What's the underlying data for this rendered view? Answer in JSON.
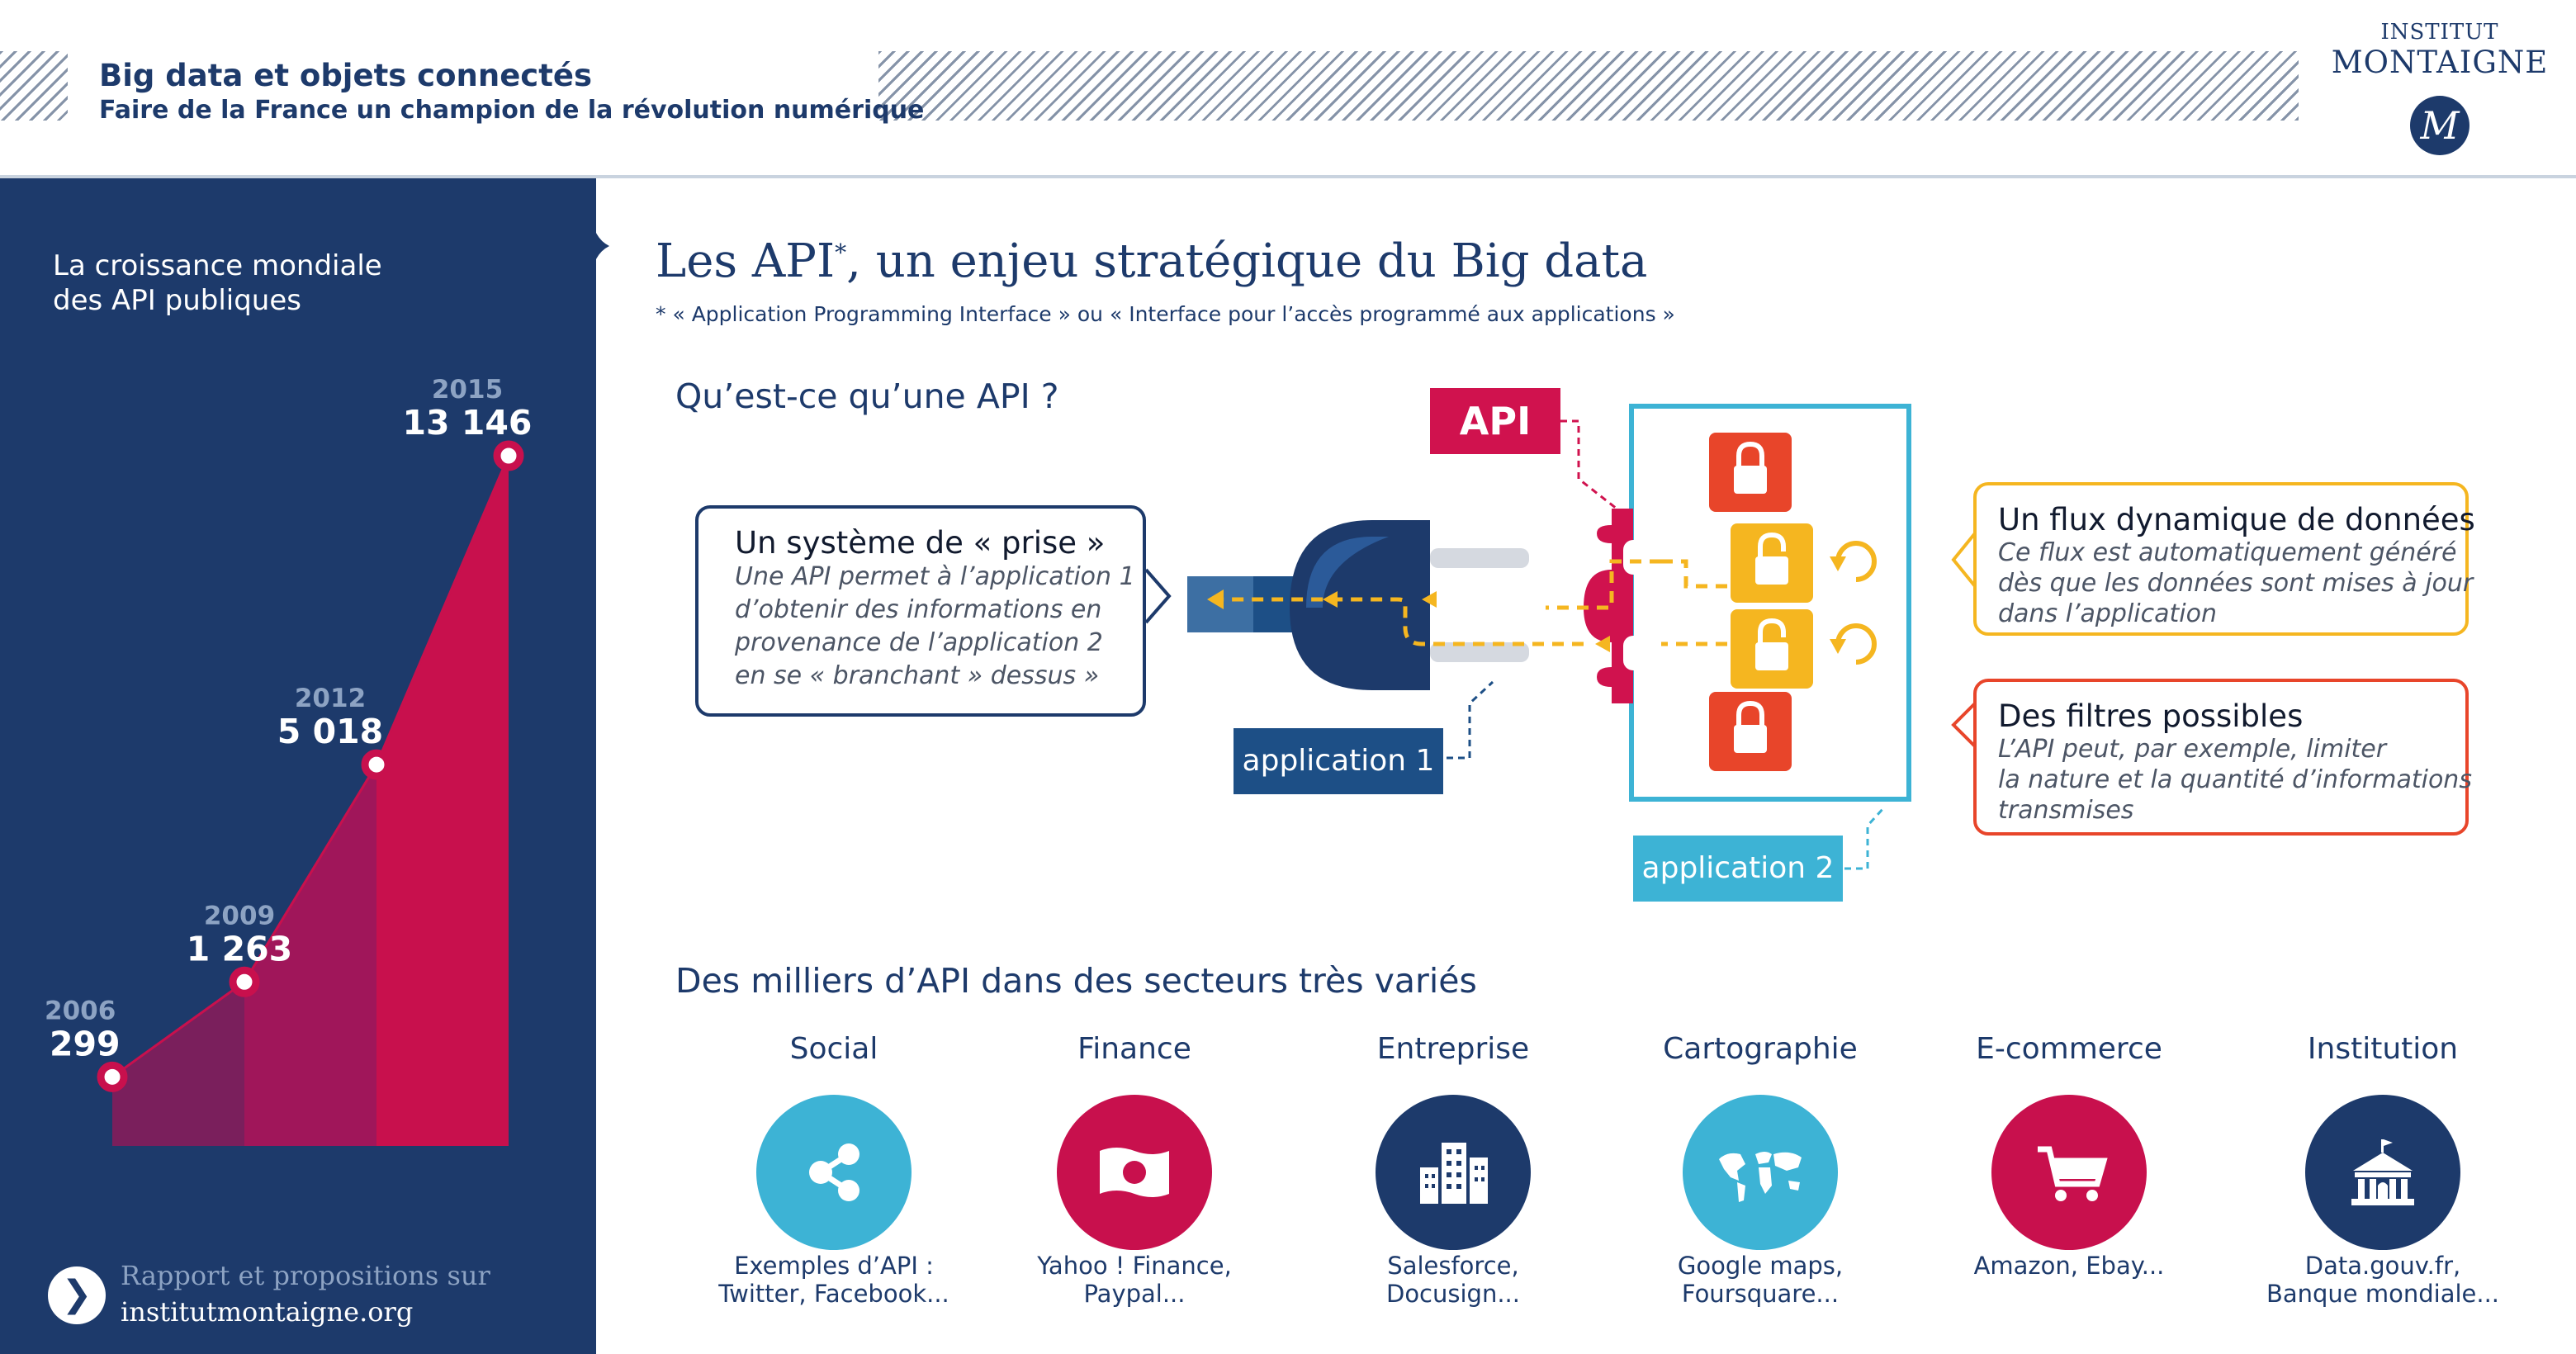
{
  "header": {
    "title": "Big data et objets connectés",
    "subtitle": "Faire de la France un champion de la révolution numérique",
    "logo_line1": "INSTITUT",
    "logo_line2": "MONTAIGNE",
    "logo_mark": "M"
  },
  "sidebar": {
    "title_line1": "La croissance mondiale",
    "title_line2": "des API publiques",
    "footer_line1": "Rapport et propositions sur",
    "footer_line2": "institutmontaigne.org",
    "footer_icon": "chevron-right-icon"
  },
  "chart_data": {
    "type": "area",
    "title": "La croissance mondiale des API publiques",
    "x": [
      2006,
      2009,
      2012,
      2015
    ],
    "labels": [
      "299",
      "1 263",
      "5 018",
      "13 146"
    ],
    "values": [
      299,
      1263,
      5018,
      13146
    ],
    "colors": {
      "area": "#c8104d",
      "marker": "#c8104d",
      "year": "#8da3c3",
      "value": "#ffffff"
    }
  },
  "main": {
    "title": "Les API",
    "title_sup": "*",
    "title_rest": ", un enjeu stratégique du Big data",
    "footnote": "* « Application Programming Interface » ou « Interface pour l’accès programmé aux applications »",
    "what_heading": "Qu’est-ce qu’une API ?",
    "sectors_heading": "Des milliers d’API dans des secteurs très variés"
  },
  "diagram": {
    "api_tag": "API",
    "app1_tag": "application 1",
    "app2_tag": "application 2",
    "prise": {
      "title": "Un système de « prise »",
      "lines": [
        "Une API permet à l’application 1",
        "d’obtenir des informations en",
        "provenance de l’application 2",
        "en se « branchant » dessus »"
      ]
    },
    "flux": {
      "title": "Un flux dynamique de données",
      "lines": [
        "Ce flux est automatiquement généré",
        "dès que les données sont mises à jour",
        "dans l’application"
      ]
    },
    "filtres": {
      "title": "Des filtres possibles",
      "lines": [
        "L’API peut, par exemple, limiter",
        "la nature et la quantité d’informations",
        "transmises"
      ]
    },
    "colors": {
      "navy": "#1d3a6b",
      "magenta": "#d0124e",
      "cyan": "#3db3d5",
      "yellow": "#f5b620",
      "red": "#e8452a",
      "lock_yellow": "#f5b21c"
    }
  },
  "sectors": [
    {
      "label": "Social",
      "icon": "share-icon",
      "color": "#3db3d5",
      "examples": [
        "Exemples d’API :",
        "Twitter, Facebook..."
      ]
    },
    {
      "label": "Finance",
      "icon": "banknote-icon",
      "color": "#c8104d",
      "examples": [
        "Yahoo ! Finance,",
        "Paypal..."
      ]
    },
    {
      "label": "Entreprise",
      "icon": "buildings-icon",
      "color": "#1d3a6b",
      "examples": [
        "Salesforce,",
        "Docusign..."
      ]
    },
    {
      "label": "Cartographie",
      "icon": "world-map-icon",
      "color": "#3db3d5",
      "examples": [
        "Google maps,",
        "Foursquare..."
      ]
    },
    {
      "label": "E-commerce",
      "icon": "shopping-cart-icon",
      "color": "#c8104d",
      "examples": [
        "Amazon, Ebay...",
        ""
      ]
    },
    {
      "label": "Institution",
      "icon": "institution-building-icon",
      "color": "#1d3a6b",
      "examples": [
        "Data.gouv.fr,",
        "Banque mondiale..."
      ]
    }
  ]
}
